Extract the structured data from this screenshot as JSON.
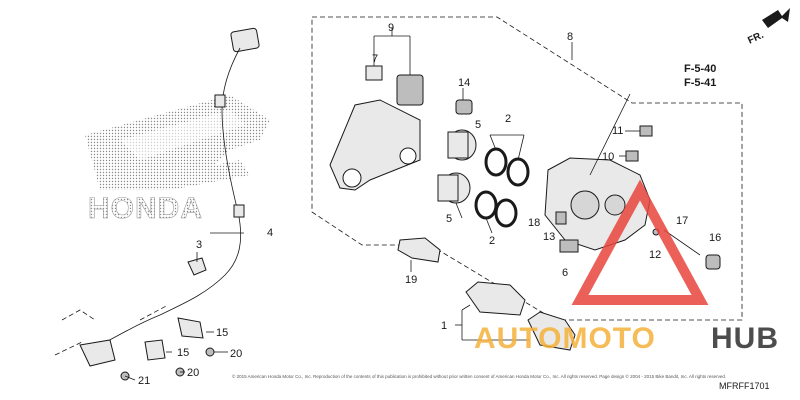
{
  "callouts": [
    "9",
    "7",
    "14",
    "5",
    "2",
    "8",
    "11",
    "10",
    "3",
    "4",
    "18",
    "13",
    "6",
    "17",
    "16",
    "12",
    "19",
    "5",
    "2",
    "1",
    "15",
    "15",
    "20",
    "20",
    "21"
  ],
  "reference": {
    "line1": "F-5-40",
    "line2": "F-5-41"
  },
  "direction": "FR.",
  "diagram_code": "MFRFF1701",
  "brand_mark": "HONDA",
  "copyright": "© 2015 American Honda Motor Co., Inc. Reproduction of the contents of this publication is prohibited without prior written consent of American Honda Motor Co., Inc. All rights reserved. Page design © 2004 - 2015 Bike Bandit, Inc. All rights reserved.",
  "watermark": {
    "text_orange": "AUTOMOTO",
    "text_dark": "HUB"
  },
  "colors": {
    "watermark_orange": "#f5b13a",
    "watermark_dark": "#2f2f2f",
    "watermark_red": "#e8453c"
  }
}
